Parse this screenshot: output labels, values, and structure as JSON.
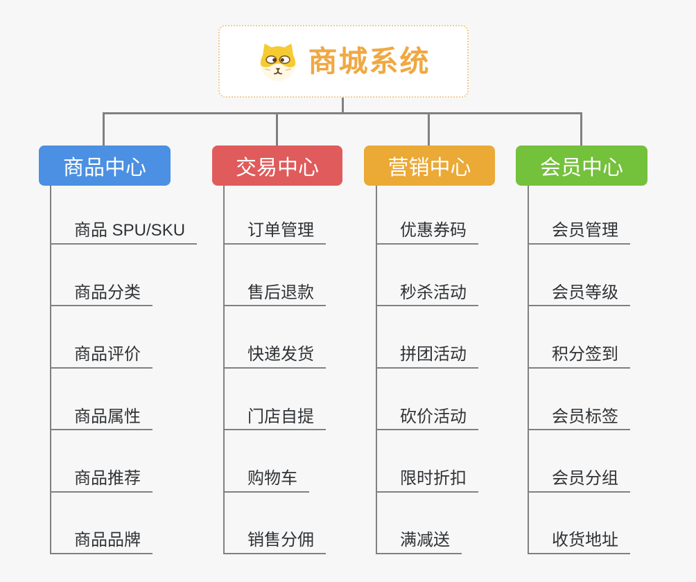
{
  "root": {
    "title": "商城系统",
    "icon": "dog-face-icon"
  },
  "branches": [
    {
      "label": "商品中心",
      "color": "#4B90E2",
      "children": [
        "商品 SPU/SKU",
        "商品分类",
        "商品评价",
        "商品属性",
        "商品推荐",
        "商品品牌"
      ]
    },
    {
      "label": "交易中心",
      "color": "#E05B5B",
      "children": [
        "订单管理",
        "售后退款",
        "快递发货",
        "门店自提",
        "购物车",
        "销售分佣"
      ]
    },
    {
      "label": "营销中心",
      "color": "#EBA935",
      "children": [
        "优惠券码",
        "秒杀活动",
        "拼团活动",
        "砍价活动",
        "限时折扣",
        "满减送"
      ]
    },
    {
      "label": "会员中心",
      "color": "#74C13C",
      "children": [
        "会员管理",
        "会员等级",
        "积分签到",
        "会员标签",
        "会员分组",
        "收货地址"
      ]
    }
  ],
  "colors": {
    "background": "#F7F7F7",
    "connector": "#808080",
    "root_border": "#F2C98A",
    "root_text": "#F0A843",
    "leaf_text": "#2F3235",
    "branch_text": "#FFFFFF"
  }
}
